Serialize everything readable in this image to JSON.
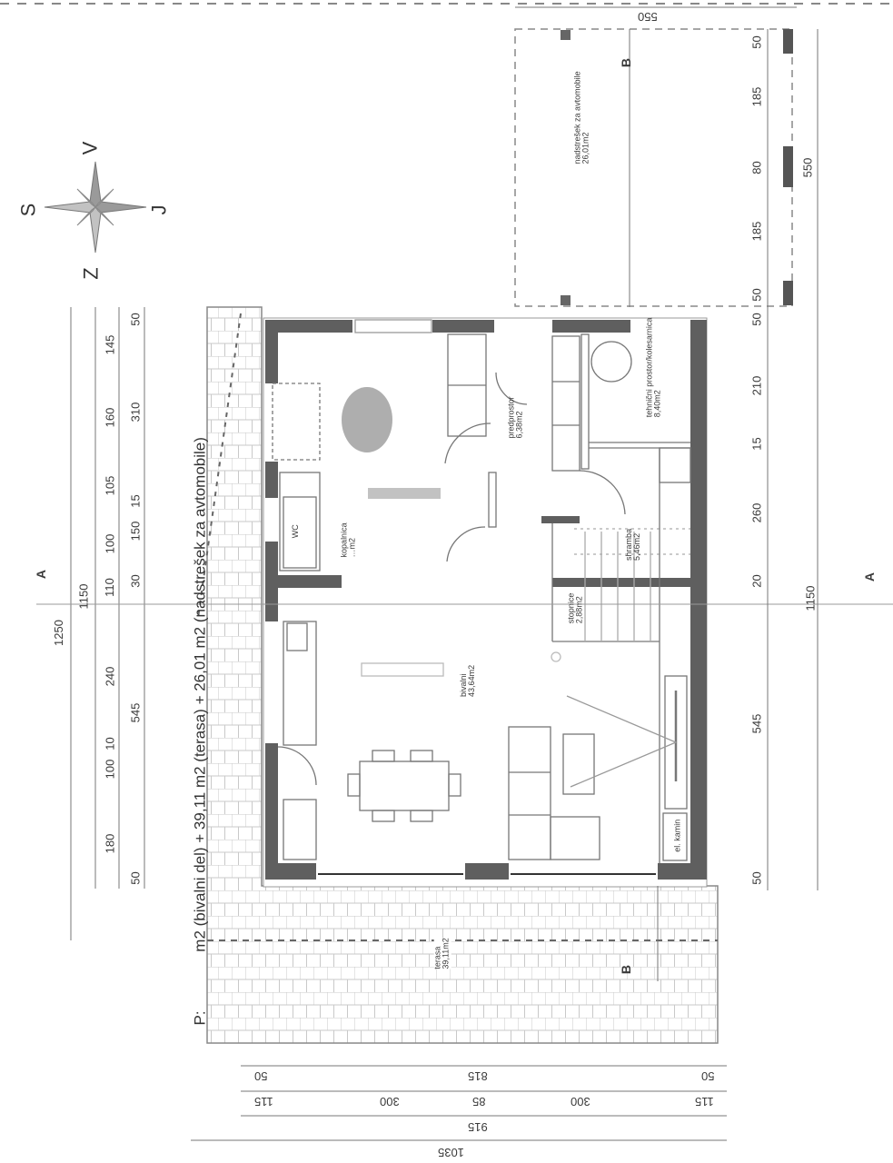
{
  "compass": {
    "north_label": "V",
    "east_label": "J",
    "south_label": "Z",
    "west_label": "S"
  },
  "caption": {
    "prefix": "P:",
    "text": "m2 (bivalni del) + 39,11 m2 (terasa) + 26,01 m2 (nadstrešek za avtomobile)"
  },
  "section_markers": {
    "a_left": "A",
    "a_right": "A",
    "b_top": "B",
    "b_bottom": "B"
  },
  "rooms": [
    {
      "name": "nadstrešek za avtomobile",
      "area": "26,01m2"
    },
    {
      "name": "predprostor",
      "area": "6,38m2"
    },
    {
      "name": "tehnični prostor/kolesarnica",
      "area": "8,40m2"
    },
    {
      "name": "shramba",
      "area": "5,46m2"
    },
    {
      "name": "stopnice",
      "area": "2,88m2"
    },
    {
      "name": "kopalnica",
      "area": "…m2"
    },
    {
      "name": "bivalni",
      "area": "43,64m2"
    },
    {
      "name": "terasa",
      "area": "39,11m2"
    },
    {
      "name": "el. kamin",
      "area": ""
    },
    {
      "name": "WC",
      "area": ""
    }
  ],
  "dimensions": {
    "left_outer": "1250",
    "left_total": "1150",
    "left_chain_a": [
      "145",
      "160",
      "105",
      "100",
      "110",
      "240",
      "100",
      "10",
      "180"
    ],
    "left_chain_b": [
      "50",
      "310",
      "15",
      "150",
      "30",
      "545",
      "50"
    ],
    "right_chain": [
      "50",
      "210",
      "15",
      "260",
      "20",
      "545",
      "50"
    ],
    "right_total": "1150",
    "carport_chain": [
      "50",
      "185",
      "80",
      "185",
      "50"
    ],
    "carport_total": "550",
    "carport_top": "550",
    "bottom_row1": [
      "50",
      "815",
      "50"
    ],
    "bottom_row2": [
      "115",
      "300",
      "85",
      "300",
      "115"
    ],
    "bottom_row3": "915",
    "bottom_row4": "1035"
  },
  "colors": {
    "wall": "#5f5f5f",
    "line": "#777777",
    "text": "#333333",
    "tile": "#cfcfcf"
  }
}
